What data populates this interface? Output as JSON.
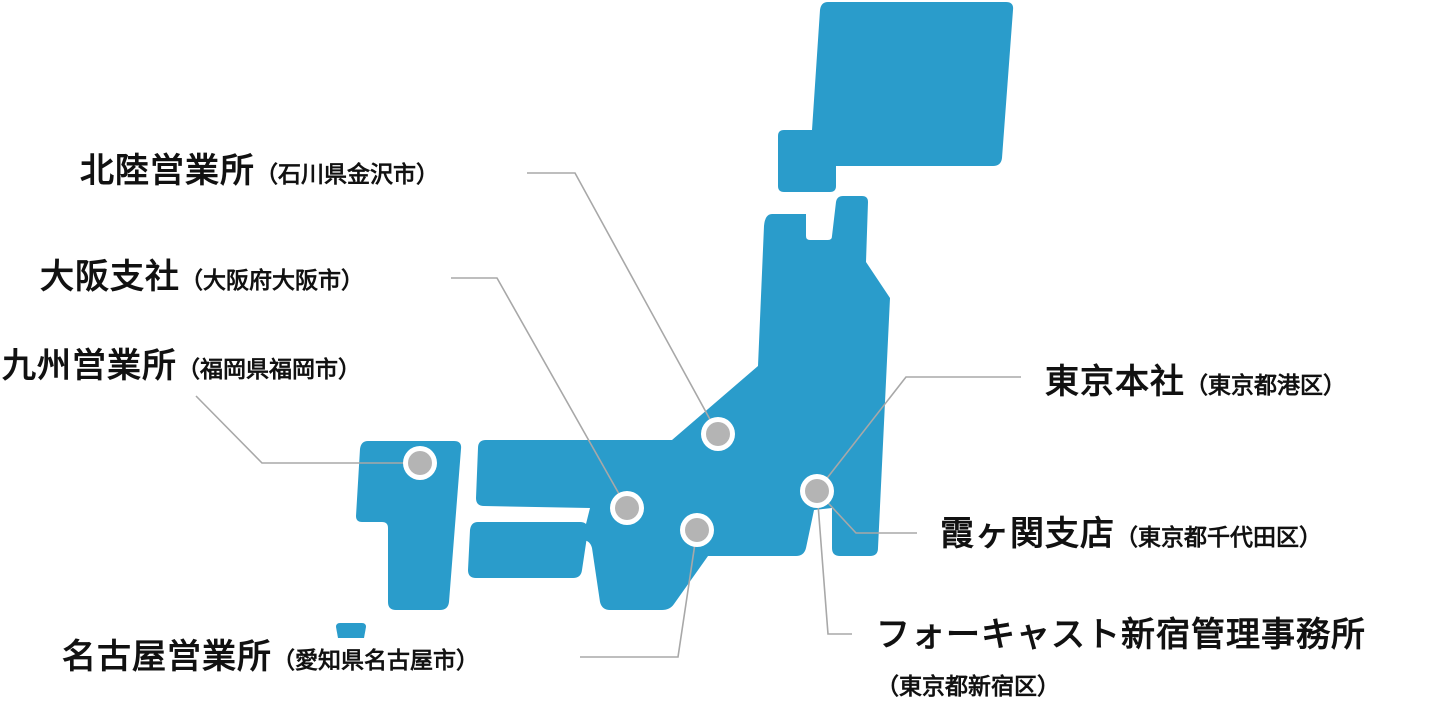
{
  "colors": {
    "land": "#2a9ccb",
    "pin_fill": "#b4b4b4",
    "pin_ring": "#ffffff",
    "leader_line": "#a8a8a8",
    "text": "#111111"
  },
  "offices": {
    "hokuriku": {
      "name": "北陸営業所",
      "location": "（石川県金沢市）"
    },
    "osaka": {
      "name": "大阪支社",
      "location": "（大阪府大阪市）"
    },
    "kyushu": {
      "name": "九州営業所",
      "location": "（福岡県福岡市）"
    },
    "nagoya": {
      "name": "名古屋営業所",
      "location": "（愛知県名古屋市）"
    },
    "tokyo": {
      "name": "東京本社",
      "location": "（東京都港区）"
    },
    "kasumigaseki": {
      "name": "霞ヶ関支店",
      "location": "（東京都千代田区）"
    },
    "forecast": {
      "name": "フォーキャスト新宿管理事務所",
      "location": "（東京都新宿区）"
    }
  }
}
